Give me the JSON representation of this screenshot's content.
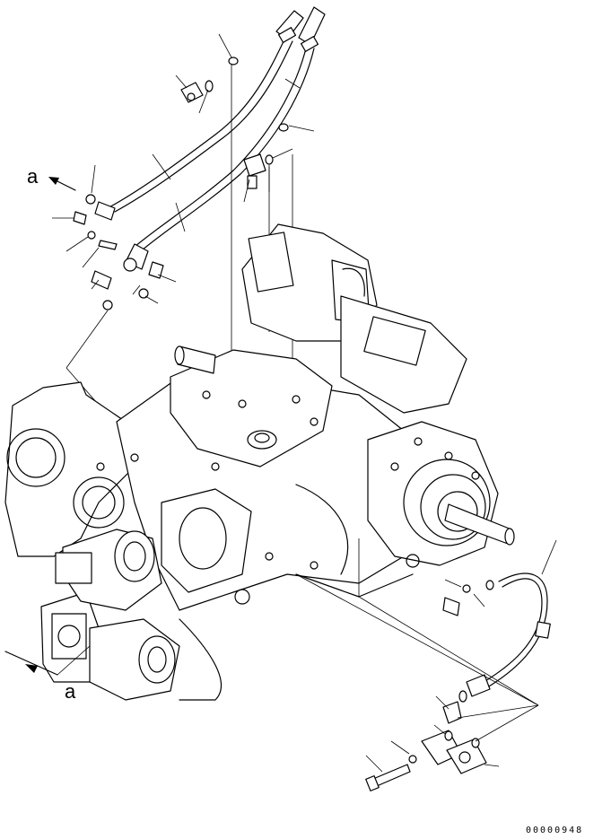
{
  "callouts": {
    "ref_upper": "a",
    "ref_lower": "a"
  },
  "drawing_number": "00000948"
}
